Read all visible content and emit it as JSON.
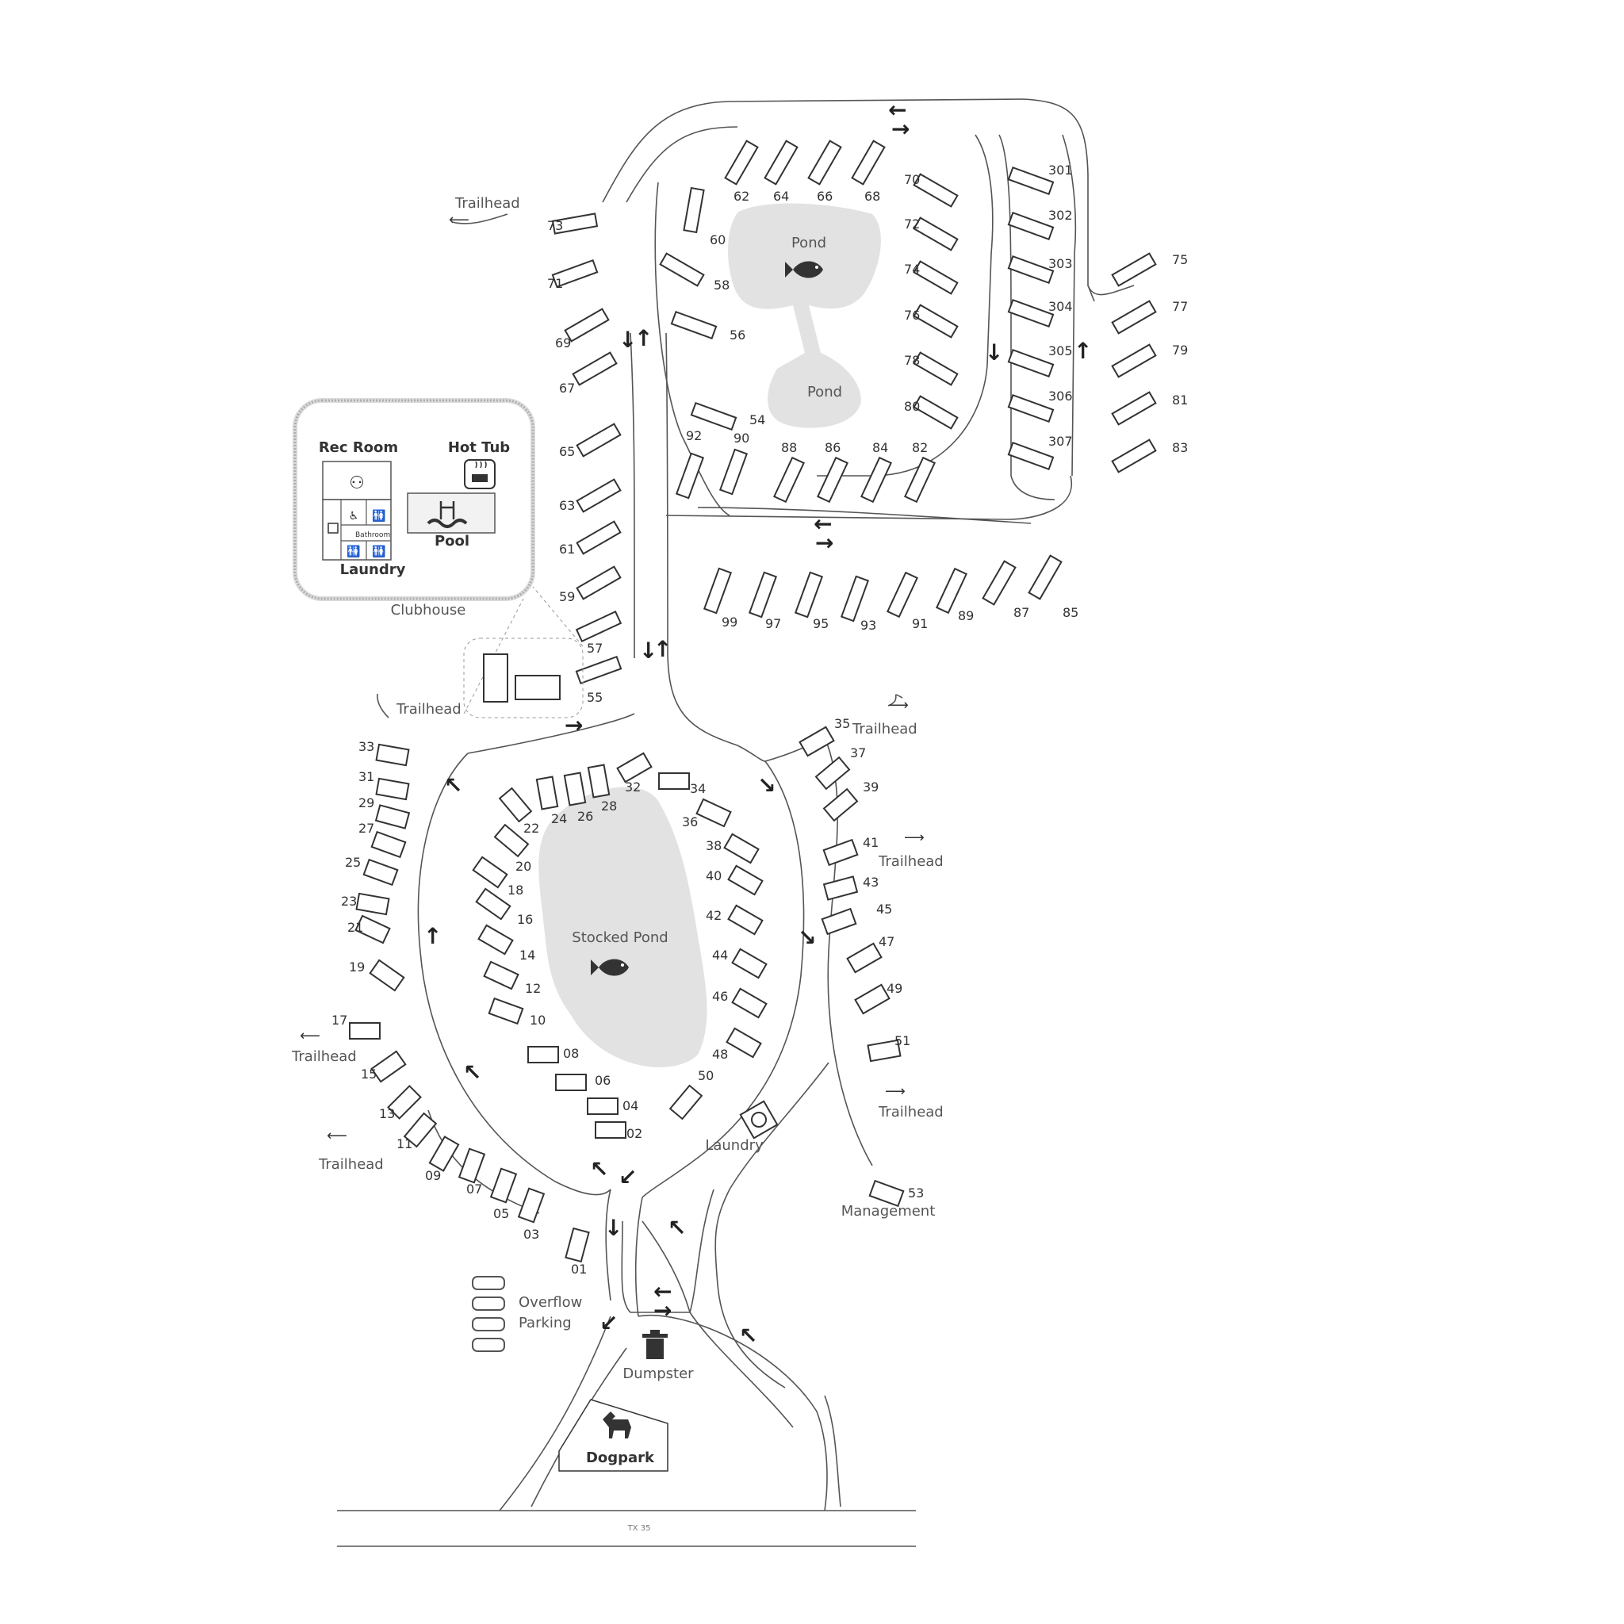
{
  "map": {
    "labels": {
      "pond_north": "Pond",
      "pond_south": "Pond",
      "stocked_pond": "Stocked Pond",
      "clubhouse": "Clubhouse",
      "rec_room": "Rec Room",
      "hot_tub": "Hot Tub",
      "pool": "Pool",
      "laundry_clubhouse": "Laundry",
      "bathroom": "Bathroom",
      "laundry": "Laundry",
      "management": "Management",
      "overflow_parking_1": "Overflow",
      "overflow_parking_2": "Parking",
      "dumpster": "Dumpster",
      "dogpark": "Dogpark",
      "road_name": "TX 35",
      "trailhead": "Trailhead"
    },
    "sites_north": [
      "62",
      "64",
      "66",
      "68",
      "60",
      "58",
      "56",
      "54",
      "92",
      "90",
      "88",
      "86",
      "84",
      "82",
      "70",
      "72",
      "74",
      "76",
      "78",
      "80",
      "301",
      "302",
      "303",
      "304",
      "305",
      "306",
      "307",
      "75",
      "77",
      "79",
      "81",
      "83",
      "73",
      "71",
      "69",
      "67",
      "65",
      "63",
      "61",
      "59",
      "57",
      "55",
      "99",
      "97",
      "95",
      "93",
      "91",
      "89",
      "87",
      "85"
    ],
    "sites_south": [
      "33",
      "31",
      "29",
      "27",
      "25",
      "23",
      "21",
      "19",
      "17",
      "15",
      "13",
      "11",
      "09",
      "07",
      "05",
      "03",
      "01",
      "22",
      "24",
      "26",
      "28",
      "32",
      "34",
      "20",
      "18",
      "16",
      "14",
      "12",
      "10",
      "08",
      "06",
      "04",
      "02",
      "36",
      "38",
      "40",
      "42",
      "44",
      "46",
      "48",
      "50",
      "35",
      "37",
      "39",
      "41",
      "43",
      "45",
      "47",
      "49",
      "51",
      "53"
    ],
    "icons": [
      "fish-icon",
      "pool-icon",
      "hot-tub-icon",
      "washer-icon",
      "trash-icon",
      "dog-icon",
      "car-icon",
      "accessible-icon",
      "restroom-icon",
      "game-table-icon"
    ]
  }
}
